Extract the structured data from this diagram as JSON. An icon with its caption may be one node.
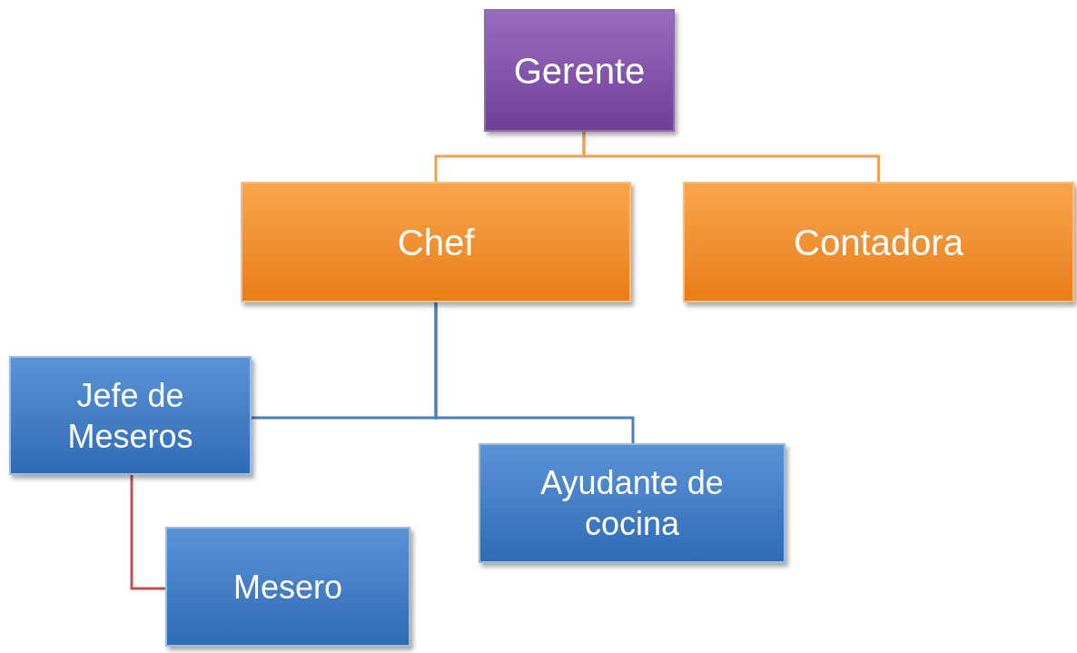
{
  "diagram": {
    "nodes": [
      {
        "text": [
          "Gerente"
        ]
      },
      {
        "text": [
          "Chef"
        ]
      },
      {
        "text": [
          "Contadora"
        ]
      },
      {
        "text": [
          "Jefe de Meseros"
        ]
      },
      {
        "text": [
          "Ayudante de cocina"
        ]
      },
      {
        "text": [
          "Mesero"
        ]
      }
    ],
    "edges": [
      {
        "from": 0,
        "to": 1,
        "arrow": "none",
        "color": "#f0a050"
      },
      {
        "from": 0,
        "to": 2,
        "arrow": "none",
        "color": "#f0a050"
      },
      {
        "from": 1,
        "to": 3,
        "arrow": "none",
        "color": "#4a7ebb"
      },
      {
        "from": 1,
        "to": 4,
        "arrow": "none",
        "color": "#4a7ebb"
      },
      {
        "from": 3,
        "to": 5,
        "arrow": "none",
        "color": "#c0504d"
      }
    ]
  }
}
